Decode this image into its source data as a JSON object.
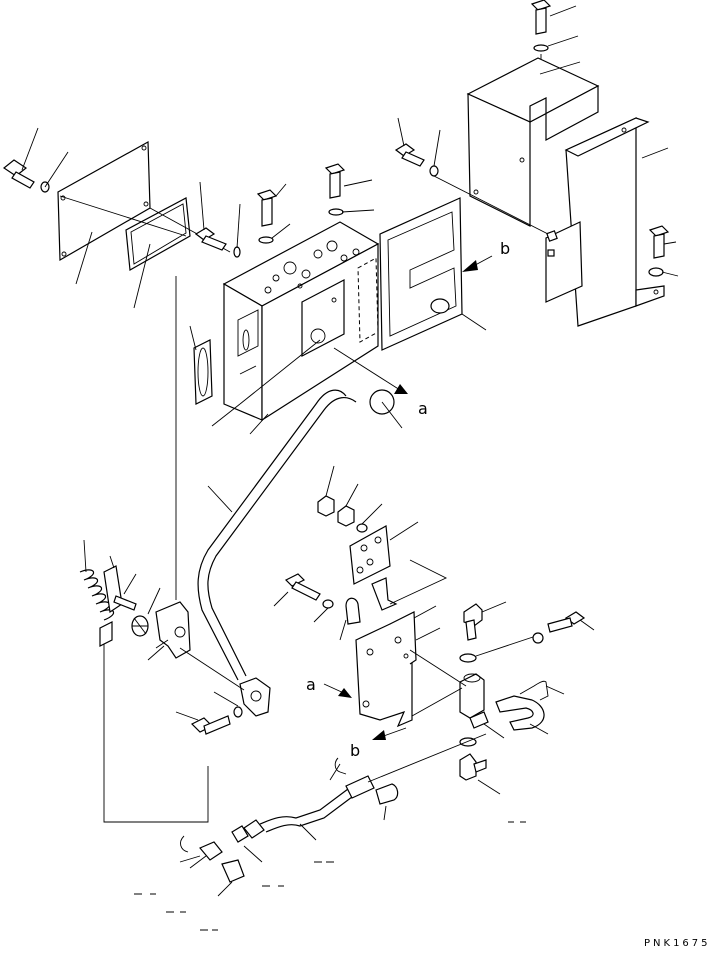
{
  "labels": {
    "ref_a_top": "a",
    "ref_b_top": "b",
    "ref_a_bottom": "a",
    "ref_b_bottom": "b"
  },
  "drawing_code": "PNK1675"
}
